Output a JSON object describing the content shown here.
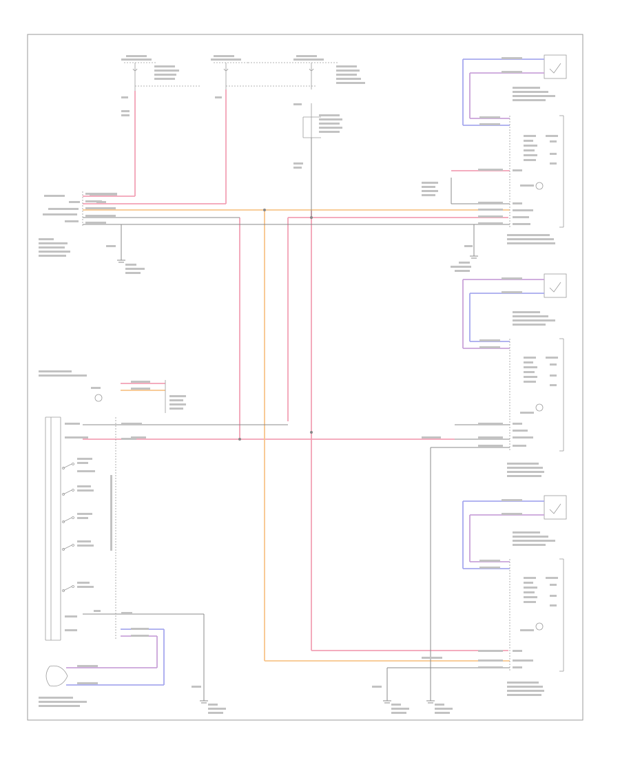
{
  "footer_code": "",
  "colors": {
    "frame": "#9a9a9a",
    "pink": "#f2a0b4",
    "orange": "#f7c48a",
    "yellow": "#f5e07a",
    "blue": "#a6a8ee",
    "purple": "#c9a2d9",
    "gray": "#888888",
    "light_gray": "#c2c2c2",
    "text": "#8c8c8c"
  },
  "components": [
    {
      "name": "fuse-hot-at-all-times-left",
      "label": ""
    },
    {
      "name": "fuse-hot-in-run-center",
      "label": ""
    },
    {
      "name": "fuse-hot-in-acc-right",
      "label": ""
    },
    {
      "name": "fuse-block-module",
      "label": ""
    },
    {
      "name": "keyless-entry-module",
      "label": ""
    },
    {
      "name": "power-window-master-switch",
      "label": ""
    },
    {
      "name": "right-front-power-window-motor",
      "label": ""
    },
    {
      "name": "passenger-power-window-switch",
      "label": ""
    },
    {
      "name": "left-rear-power-window-motor",
      "label": ""
    },
    {
      "name": "left-rear-power-window-switch",
      "label": ""
    },
    {
      "name": "right-rear-power-window-motor",
      "label": ""
    },
    {
      "name": "right-rear-power-window-switch",
      "label": ""
    },
    {
      "name": "left-front-power-window-motor",
      "label": ""
    },
    {
      "name": "ground-g1",
      "label": ""
    },
    {
      "name": "ground-g2",
      "label": ""
    },
    {
      "name": "ground-g3",
      "label": ""
    },
    {
      "name": "ground-g4",
      "label": ""
    },
    {
      "name": "ground-g5",
      "label": ""
    }
  ]
}
